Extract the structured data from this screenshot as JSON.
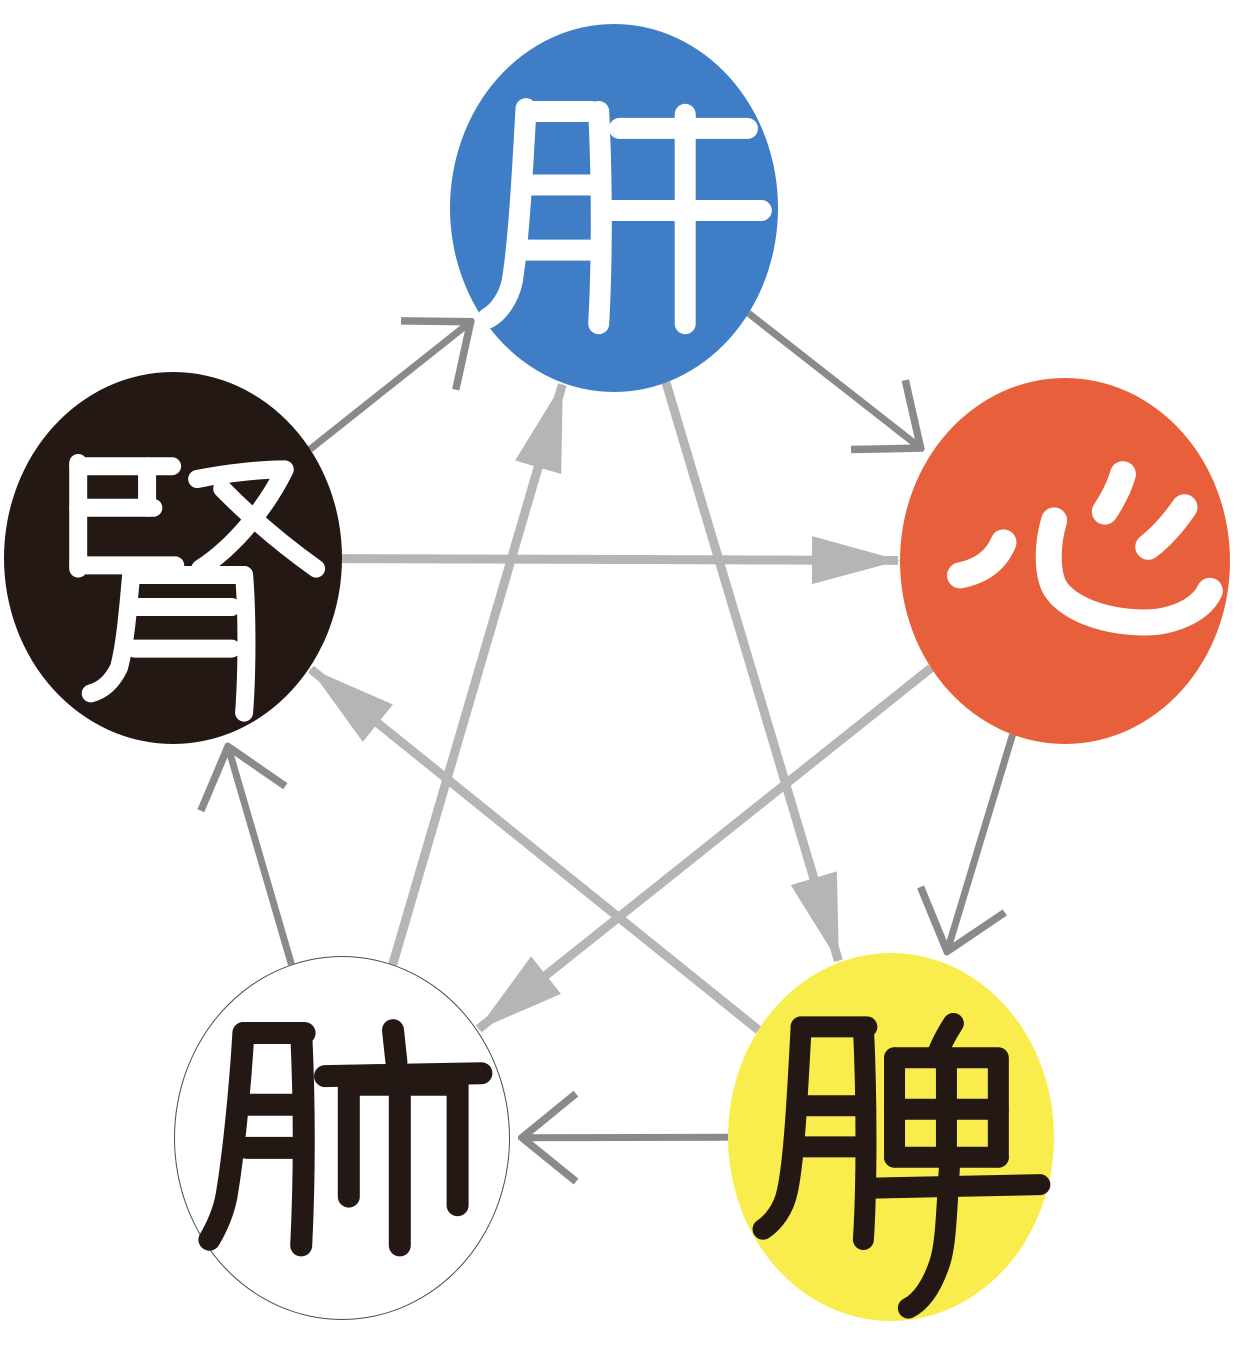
{
  "diagram": {
    "background_color": "#FFFFFF",
    "nodes": [
      {
        "id": "liver",
        "label": "肝",
        "fill": "#3F7EC6",
        "label_color": "#FFFFFF"
      },
      {
        "id": "heart",
        "label": "心",
        "fill": "#E8603B",
        "label_color": "#FFFFFF"
      },
      {
        "id": "spleen",
        "label": "脾",
        "fill": "#F9ED4E",
        "label_color": "#231814"
      },
      {
        "id": "lung",
        "label": "肺",
        "fill": "#FFFFFF",
        "label_color": "#231814",
        "outline": "#4D4D4D"
      },
      {
        "id": "kidney",
        "label": "腎",
        "fill": "#231814",
        "label_color": "#FFFFFF"
      }
    ],
    "arrow_sets": [
      {
        "name": "generation-cycle",
        "color": "#8A8A8A",
        "head": "open-v",
        "edges": [
          {
            "from": "kidney",
            "to": "liver"
          },
          {
            "from": "liver",
            "to": "heart"
          },
          {
            "from": "heart",
            "to": "spleen"
          },
          {
            "from": "spleen",
            "to": "lung"
          },
          {
            "from": "lung",
            "to": "kidney"
          }
        ]
      },
      {
        "name": "control-cycle",
        "color": "#B5B5B5",
        "head": "solid-triangle",
        "edges": [
          {
            "from": "kidney",
            "to": "heart"
          },
          {
            "from": "liver",
            "to": "spleen"
          },
          {
            "from": "heart",
            "to": "lung"
          },
          {
            "from": "spleen",
            "to": "kidney"
          },
          {
            "from": "lung",
            "to": "liver"
          }
        ]
      }
    ]
  }
}
